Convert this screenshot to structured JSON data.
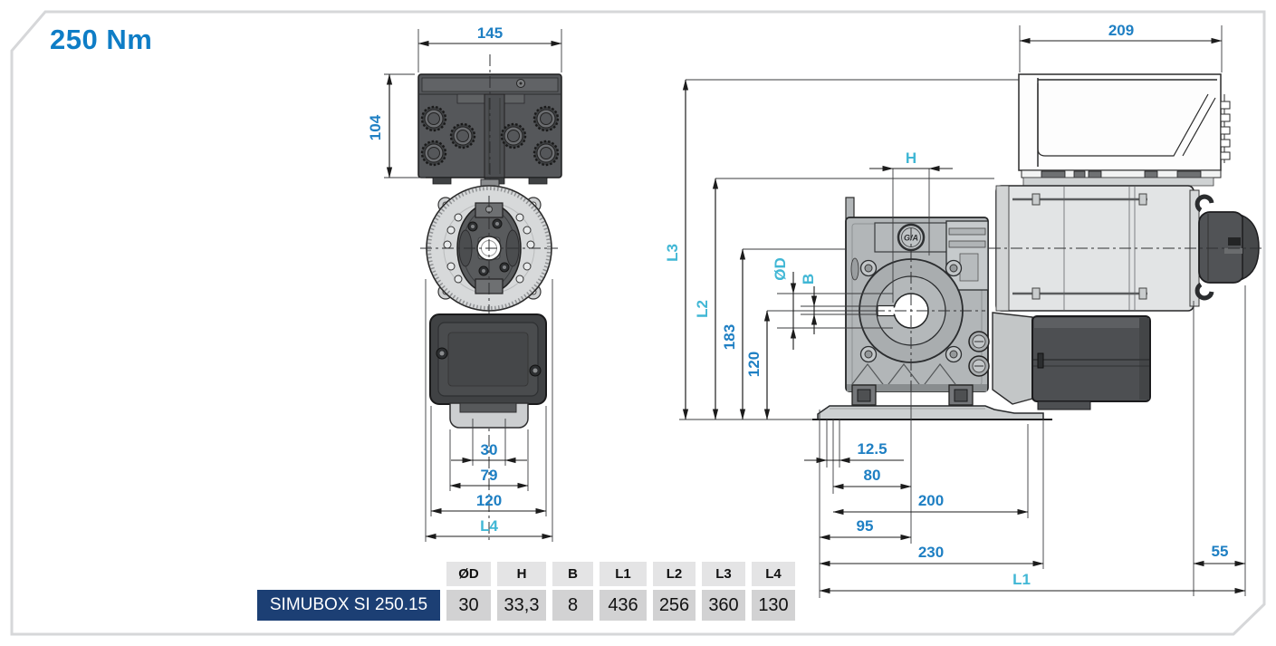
{
  "title": "250 Nm",
  "logo": "G/A",
  "colors": {
    "title": "#0e7dc6",
    "dim_number": "#1e7fc3",
    "dim_letter": "#41b7d5",
    "frame": "#d6d7d9",
    "table_label_bg": "#1c3f74",
    "table_label_text": "#ffffff",
    "table_header_bg": "#e4e4e5",
    "table_cell_bg": "#d2d2d3"
  },
  "dims": {
    "left": {
      "width": "145",
      "height": "104",
      "slot": "30",
      "bracket": "79",
      "body": "120",
      "overall": "L4"
    },
    "right": {
      "box_width": "209",
      "offset_h": "H",
      "bore": "ØD",
      "keyway": "B",
      "l3": "L3",
      "l2": "L2",
      "axis_height": "183",
      "hub_height": "120",
      "foot": "12.5",
      "span80": "80",
      "span200": "200",
      "span95": "95",
      "base": "230",
      "fan": "55",
      "overall": "L1"
    }
  },
  "table": {
    "row_label": "SIMUBOX SI 250.15",
    "columns": [
      "ØD",
      "H",
      "B",
      "L1",
      "L2",
      "L3",
      "L4"
    ],
    "values": [
      "30",
      "33,3",
      "8",
      "436",
      "256",
      "360",
      "130"
    ]
  }
}
